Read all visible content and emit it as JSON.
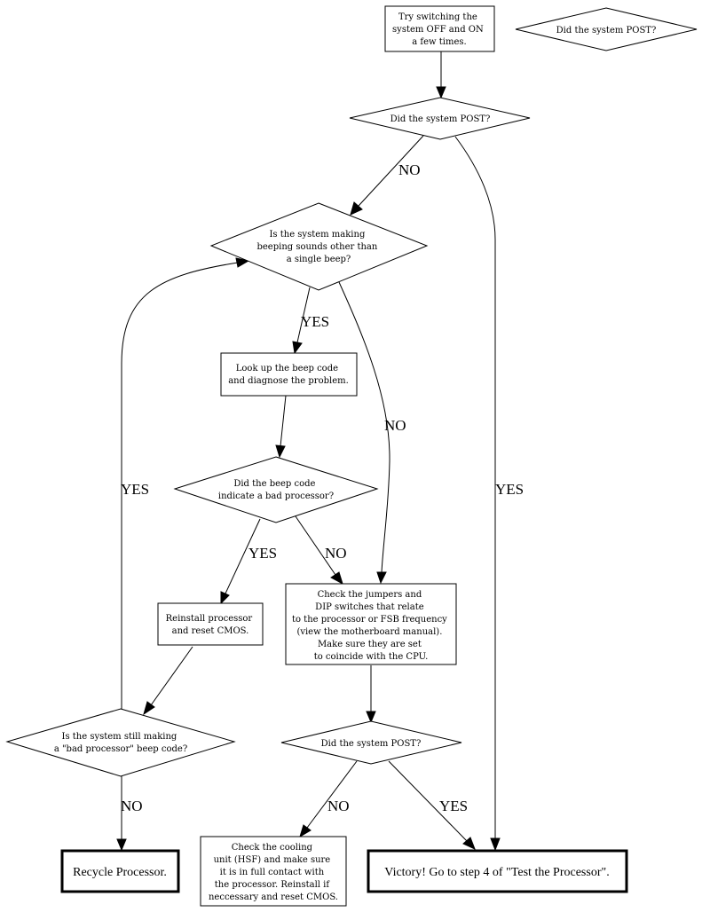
{
  "diagram": {
    "type": "flowchart",
    "nodes": {
      "start": {
        "shape": "box",
        "lines": [
          "Try switching the",
          "system OFF and ON",
          "a few times."
        ]
      },
      "legend_post": {
        "shape": "diamond",
        "lines": [
          "Did the system POST?"
        ]
      },
      "post1": {
        "shape": "diamond",
        "lines": [
          "Did the system POST?"
        ]
      },
      "beeping": {
        "shape": "diamond",
        "lines": [
          "Is the system making",
          "beeping sounds other than",
          "a single beep?"
        ]
      },
      "lookup": {
        "shape": "box",
        "lines": [
          "Look up the beep code",
          "and diagnose the problem."
        ]
      },
      "badproc": {
        "shape": "diamond",
        "lines": [
          "Did the beep code",
          "indicate a bad processor?"
        ]
      },
      "jumpers": {
        "shape": "box",
        "lines": [
          "Check the jumpers and",
          "DIP switches that relate",
          "to the processor or FSB frequency",
          "(view the motherboard manual).",
          "Make sure they are set",
          "to coincide with the CPU."
        ]
      },
      "reinstall": {
        "shape": "box",
        "lines": [
          "Reinstall processor",
          "and reset CMOS."
        ]
      },
      "still": {
        "shape": "diamond",
        "lines": [
          "Is the system still making",
          "a \"bad processor\" beep code?"
        ]
      },
      "post2": {
        "shape": "diamond",
        "lines": [
          "Did the system POST?"
        ]
      },
      "recycle": {
        "shape": "box-bold",
        "lines": [
          "Recycle Processor."
        ]
      },
      "cooling": {
        "shape": "box",
        "lines": [
          "Check the cooling",
          "unit (HSF) and make sure",
          "it is in full contact with",
          "the processor. Reinstall if",
          "neccessary and reset CMOS."
        ]
      },
      "victory": {
        "shape": "box-bold",
        "lines": [
          "Victory! Go to step 4 of \"Test the Processor\"."
        ]
      }
    },
    "edges": [
      {
        "from": "start",
        "to": "post1",
        "label": ""
      },
      {
        "from": "post1",
        "to": "beeping",
        "label": "NO"
      },
      {
        "from": "post1",
        "to": "victory",
        "label": "YES"
      },
      {
        "from": "beeping",
        "to": "lookup",
        "label": "YES"
      },
      {
        "from": "beeping",
        "to": "jumpers",
        "label": "NO"
      },
      {
        "from": "lookup",
        "to": "badproc",
        "label": ""
      },
      {
        "from": "badproc",
        "to": "reinstall",
        "label": "YES"
      },
      {
        "from": "badproc",
        "to": "jumpers",
        "label": "NO"
      },
      {
        "from": "reinstall",
        "to": "still",
        "label": ""
      },
      {
        "from": "still",
        "to": "beeping",
        "label": "YES"
      },
      {
        "from": "still",
        "to": "recycle",
        "label": "NO"
      },
      {
        "from": "jumpers",
        "to": "post2",
        "label": ""
      },
      {
        "from": "post2",
        "to": "cooling",
        "label": "NO"
      },
      {
        "from": "post2",
        "to": "victory",
        "label": "YES"
      }
    ]
  }
}
